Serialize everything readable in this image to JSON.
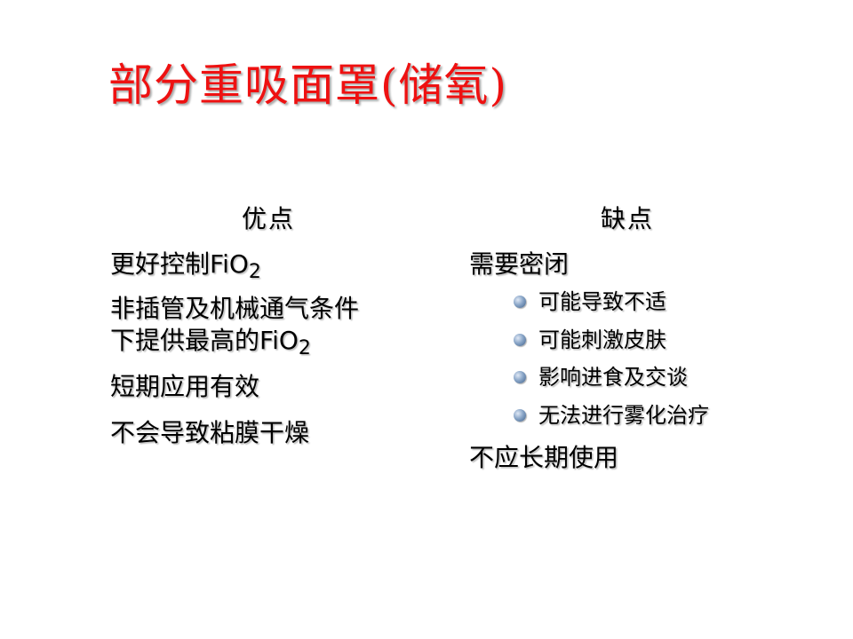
{
  "slide": {
    "title": "部分重吸面罩(储氧)"
  },
  "left": {
    "header": "优点",
    "items": [
      {
        "text": "更好控制FiO",
        "sub": "2"
      },
      {
        "line1": "非插管及机械通气条件",
        "line2": "下提供最高的FiO",
        "sub": "2"
      },
      {
        "text": "短期应用有效"
      },
      {
        "text": "不会导致粘膜干燥"
      }
    ]
  },
  "right": {
    "header": "缺点",
    "items": [
      {
        "text": "需要密闭"
      },
      {
        "text": "不应长期使用"
      }
    ],
    "subitems": [
      {
        "text": "可能导致不适"
      },
      {
        "text": "可能刺激皮肤"
      },
      {
        "text": "影响进食及交谈"
      },
      {
        "text": "无法进行雾化治疗"
      }
    ]
  },
  "colors": {
    "title": "#ee1111",
    "text": "#000000",
    "bullet": "#6a87b0"
  },
  "icons": {
    "bullet": "sphere-bullet-icon"
  }
}
